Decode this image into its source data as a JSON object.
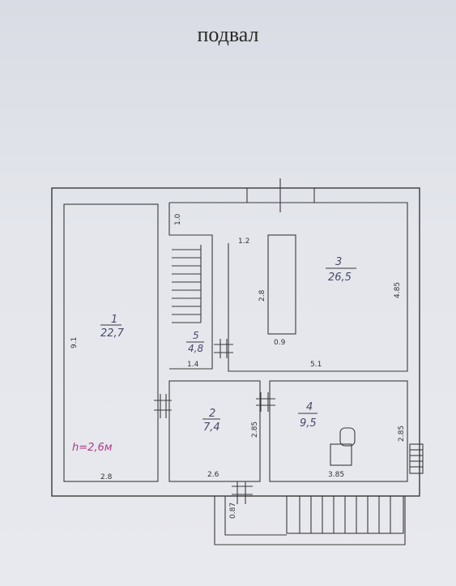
{
  "title": "подвал",
  "rooms": [
    {
      "number": "1",
      "area": "22,7"
    },
    {
      "number": "2",
      "area": "7,4"
    },
    {
      "number": "3",
      "area": "26,5"
    },
    {
      "number": "4",
      "area": "9,5"
    },
    {
      "number": "5",
      "area": "4,8"
    }
  ],
  "height_note": "h=2,6м",
  "dimensions": {
    "d_9_1": "9.1",
    "d_2_8_bottom": "2.8",
    "d_1_0": "1.0",
    "d_1_2": "1.2",
    "d_2_8_column": "2.8",
    "d_0_9": "0.9",
    "d_4_85": "4.85",
    "d_5_1": "5.1",
    "d_1_4": "1.4",
    "d_2_85_left": "2.85",
    "d_2_6": "2.6",
    "d_2_85_right": "2.85",
    "d_3_85": "3.85",
    "d_0_87": "0.87"
  }
}
